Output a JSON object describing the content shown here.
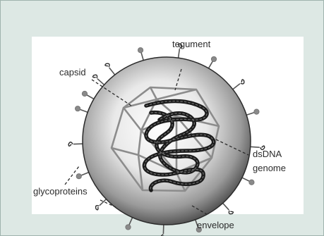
{
  "diagram": {
    "labels": {
      "tegument": "tegument",
      "capsid": "capsid",
      "dsdna_line1": "dsDNA",
      "dsdna_line2": "genome",
      "glycoproteins": "glycoproteins",
      "envelope": "envelope"
    },
    "colors": {
      "frame_bg": "#dde8e4",
      "panel_bg": "#ffffff",
      "capsid_lines": "#8c8c8c",
      "dna": "#1a1a1a",
      "envelope_edge": "#2a2a2a"
    }
  }
}
